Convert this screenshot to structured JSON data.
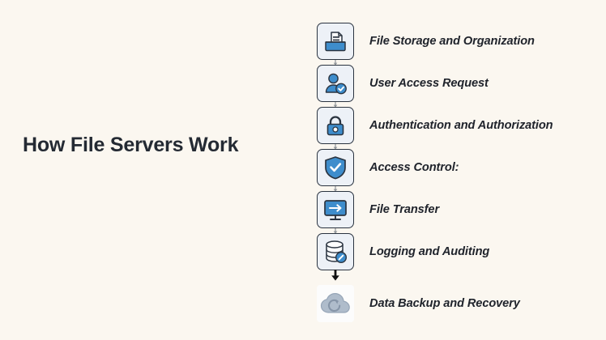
{
  "page": {
    "background_color": "#FBF7F0",
    "title": "How File Servers Work"
  },
  "colors": {
    "background": "#FBF7F0",
    "title_text": "#242A33",
    "label_text": "#20242C",
    "box_fill": "#EDF1F7",
    "box_border": "#2B3440",
    "icon_blue": "#3E8DCC",
    "icon_blue_dark": "#2E6FA8",
    "icon_white": "#FFFFFF",
    "connector_gray": "#8E9399",
    "cloud_gray": "#AFBCCB",
    "final_arrow": "#111111"
  },
  "flow": {
    "orientation": "vertical",
    "steps": [
      {
        "index": 1,
        "label": "File Storage and Organization",
        "icon": "folder-document-icon",
        "boxed": true,
        "connector_below": "thin-arrow"
      },
      {
        "index": 2,
        "label": "User Access Request",
        "icon": "user-check-icon",
        "boxed": true,
        "connector_below": "thin-arrow"
      },
      {
        "index": 3,
        "label": "Authentication and Authorization",
        "icon": "padlock-icon",
        "boxed": true,
        "connector_below": "thin-arrow"
      },
      {
        "index": 4,
        "label": "Access Control:",
        "icon": "shield-check-icon",
        "boxed": true,
        "connector_below": "thin-arrow"
      },
      {
        "index": 5,
        "label": "File Transfer",
        "icon": "monitor-arrow-icon",
        "boxed": true,
        "connector_below": "thin-arrow"
      },
      {
        "index": 6,
        "label": "Logging and Auditing",
        "icon": "database-pencil-icon",
        "boxed": true,
        "connector_below": "thick-arrow"
      },
      {
        "index": 7,
        "label": "Data Backup and Recovery",
        "icon": "cloud-sync-icon",
        "boxed": false,
        "connector_below": "none"
      }
    ]
  }
}
